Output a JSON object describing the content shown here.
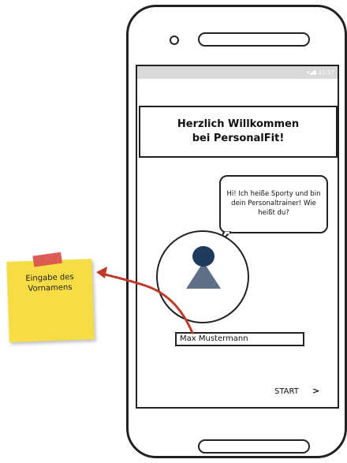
{
  "sticky_note": {
    "text": "Eingabe des Vornamens"
  },
  "status_bar": {
    "time": "11:17"
  },
  "screen": {
    "welcome_title": "Herzlich Willkommen bei PersonalFit!",
    "speech_bubble": "Hi! Ich heiße Sporty und bin dein Personaltrainer! Wie heißt du?",
    "name_input_value": "Max Mustermann",
    "start_label": "START",
    "start_chevron": ">"
  },
  "colors": {
    "sticky_note": "#f6dd45",
    "sticky_tape": "#d9534f",
    "annotation_arrow": "#c0392b",
    "avatar_head": "#1f3c5e",
    "avatar_body": "#5f6f86"
  },
  "icons": {
    "status": "wifi-signal-battery-icon",
    "avatar": "person-icon",
    "start": "chevron-right-icon"
  }
}
